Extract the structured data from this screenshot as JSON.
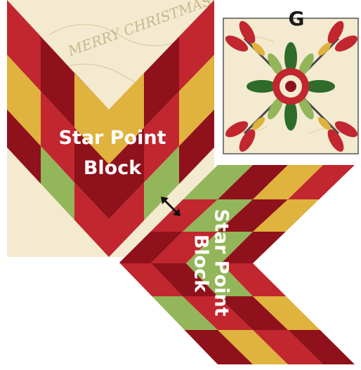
{
  "block_a": {
    "line1": "Star Point",
    "line2": "Block"
  },
  "block_b": {
    "line1": "Star Point",
    "line2": "Block"
  },
  "applique_block": {
    "letter": "G"
  },
  "fabric_print": {
    "text": "MERRY CHRISTMAS"
  },
  "palette": {
    "background_print": "#f3ead0",
    "red": "#c2262e",
    "dark_red": "#8f111b",
    "gold": "#e0b23e",
    "green": "#93b65a",
    "leaf_green": "#2f6b2a"
  }
}
